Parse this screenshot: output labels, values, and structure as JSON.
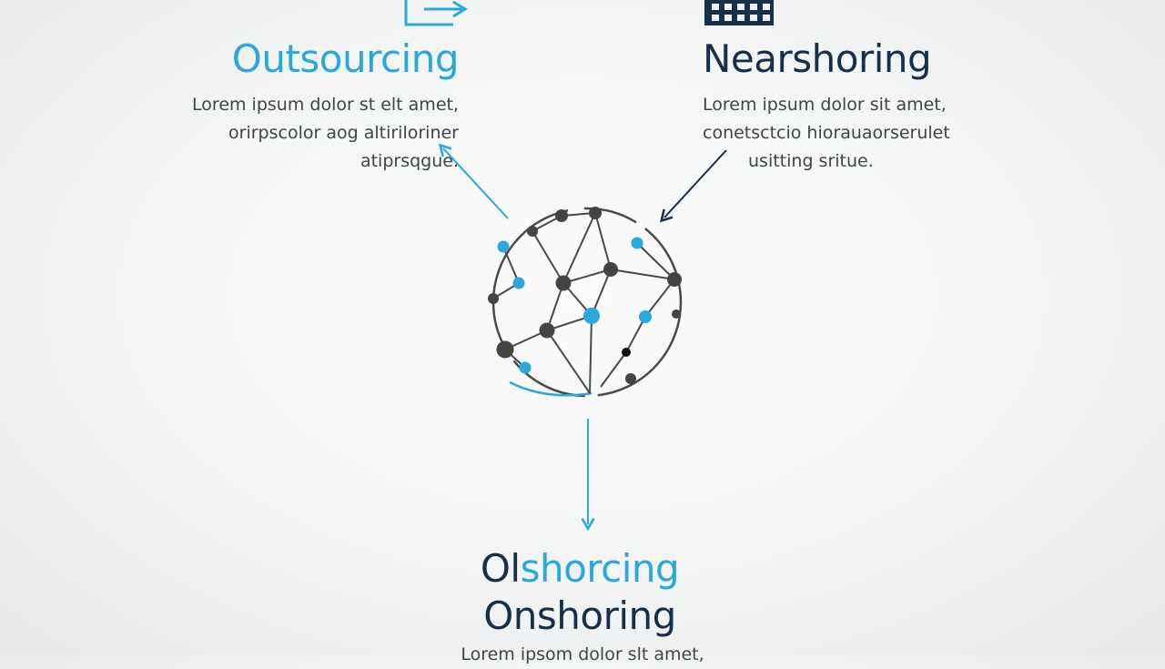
{
  "colors": {
    "accent": "#29a8dd",
    "navy": "#16304a",
    "node_dark": "#444444",
    "text": "#3f4449"
  },
  "icons": {
    "top_left": "outsourcing-arrow-icon",
    "top_right": "building-icon",
    "center": "network-globe-icon"
  },
  "outsourcing": {
    "title": "Outsourcing",
    "description": [
      "Lorem ipsum dolor st elt amet,",
      "orirpscolor aog altiriloriner",
      "atiprsqgue."
    ]
  },
  "nearshoring": {
    "title": "Nearshoring",
    "description": [
      "Lorem ipsum dolor sit amet,",
      "conetsctcio hiorauaorserulet",
      "usitting sritue."
    ]
  },
  "offshoring": {
    "title_prefix": "Ol",
    "title_suffix": "shorcing"
  },
  "onshoring": {
    "title": "Onshoring",
    "description": "Lorem ipsom dolor slt amet,"
  }
}
